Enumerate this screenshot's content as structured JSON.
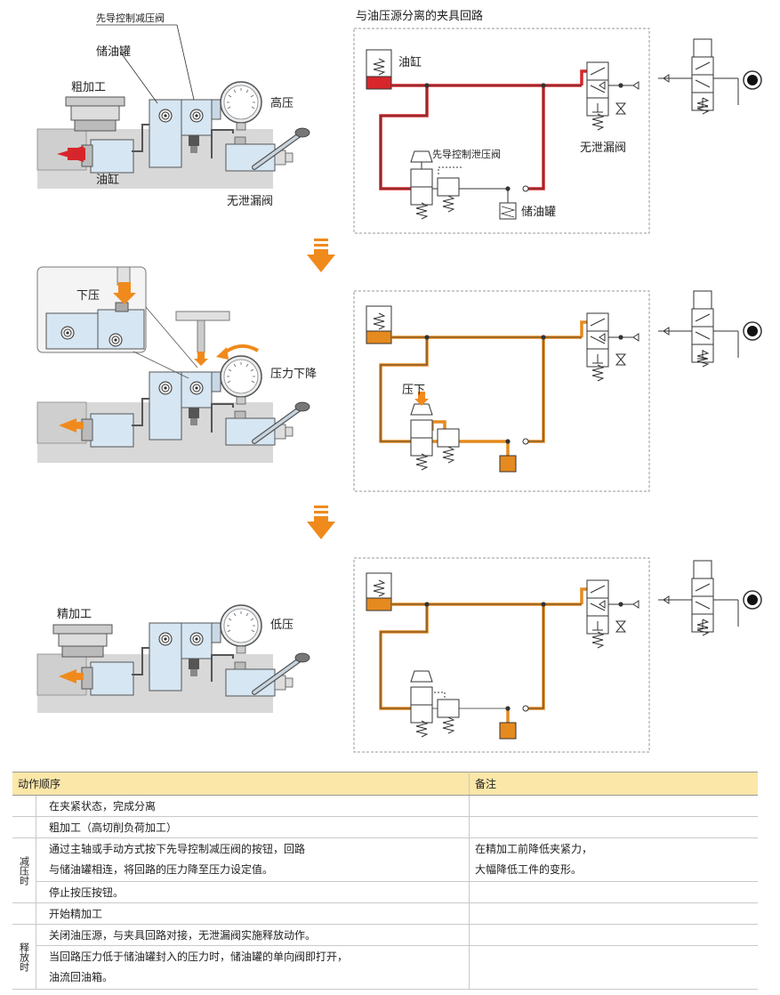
{
  "labels": {
    "pilot_reducing_valve": "先导控制减压阀",
    "accumulator": "储油罐",
    "rough_machining": "粗加工",
    "high_pressure": "高压",
    "cylinder": "油缸",
    "no_leak_valve": "无泄漏阀",
    "circuit_title": "与油压源分离的夹具回路",
    "circuit_cylinder": "油缸",
    "pilot_relief_valve": "先导控制泄压阀",
    "circuit_no_leak_valve": "无泄漏阀",
    "circuit_accumulator": "储油罐",
    "press_down": "下压",
    "pressure_drop": "压力下降",
    "circuit_press_down": "压下",
    "finish_machining": "精加工",
    "low_pressure": "低压"
  },
  "table": {
    "header": {
      "sequence": "动作顺序",
      "remarks": "备注"
    },
    "rows": [
      {
        "group": "",
        "action": "在夹紧状态，完成分离",
        "note": ""
      },
      {
        "group": "",
        "action": "粗加工（高切削负荷加工）",
        "note": ""
      },
      {
        "group": "减压时",
        "action_lines": [
          "通过主轴或手动方式按下先导控制减压阀的按钮，回路",
          "与储油罐相连，将回路的压力降至压力设定值。"
        ],
        "note_lines": [
          "在精加工前降低夹紧力，",
          "大幅降低工件的变形。"
        ]
      },
      {
        "group": "",
        "action": "停止按压按钮。",
        "note": ""
      },
      {
        "group": "",
        "action": "开始精加工",
        "note": ""
      },
      {
        "group": "释放时",
        "action": "关闭油压源，与夹具回路对接，无泄漏阀实施释放动作。",
        "note": ""
      },
      {
        "group": "",
        "action_lines": [
          "当回路压力低于储油罐封入的压力时，储油罐的单向阀即打开，",
          "油流回油箱。"
        ],
        "note": ""
      }
    ]
  },
  "colors": {
    "high_pressure_line": "#d7262b",
    "reduced_pressure_line": "#e58a1f",
    "accent_arrow": "#f08a1c",
    "valve_body": "#d6e6f2",
    "table_header": "#fbe7a8"
  }
}
